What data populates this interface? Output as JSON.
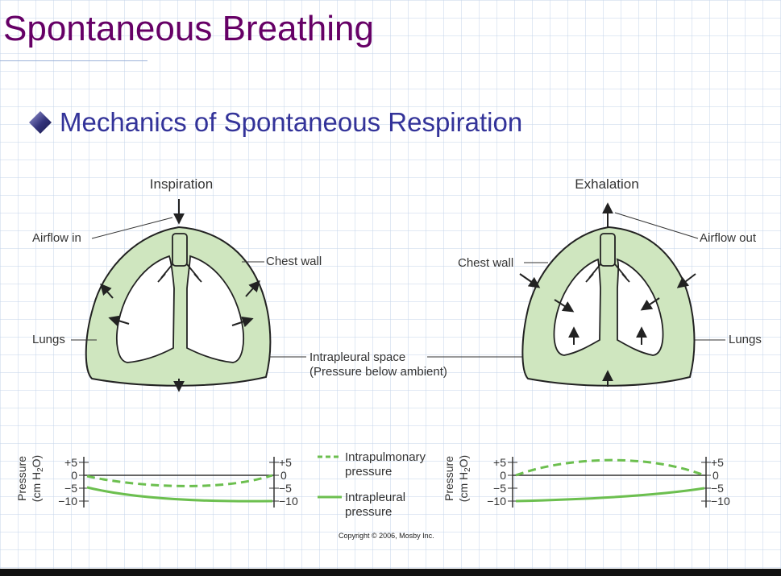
{
  "slide": {
    "title": "Spontaneous Breathing",
    "bullet": "Mechanics of Spontaneous Respiration"
  },
  "diagram": {
    "left": {
      "heading": "Inspiration",
      "airflow_label": "Airflow in",
      "chest_wall_label": "Chest wall",
      "lungs_label": "Lungs",
      "intrapleural_label_1": "Intrapleural space",
      "intrapleural_label_2": "(Pressure below ambient)"
    },
    "right": {
      "heading": "Exhalation",
      "airflow_label": "Airflow out",
      "chest_wall_label": "Chest wall",
      "lungs_label": "Lungs"
    },
    "pressure": {
      "ylabel_1": "Pressure",
      "ylabel_2": "(cm H",
      "ylabel_sub": "2",
      "ylabel_3": "O)",
      "ticks": [
        "+5",
        "0",
        "−5",
        "−10"
      ],
      "legend_intrapulmonary_1": "Intrapulmonary",
      "legend_intrapulmonary_2": "pressure",
      "legend_intrapleural_1": "Intrapleural",
      "legend_intrapleural_2": "pressure"
    },
    "copyright": "Copyright © 2006, Mosby Inc."
  },
  "colors": {
    "title": "#660066",
    "bullet_text": "#333399",
    "tissue_fill": "#cfe6bf",
    "curve_green": "#6cbf4f",
    "line_dark": "#222222"
  }
}
